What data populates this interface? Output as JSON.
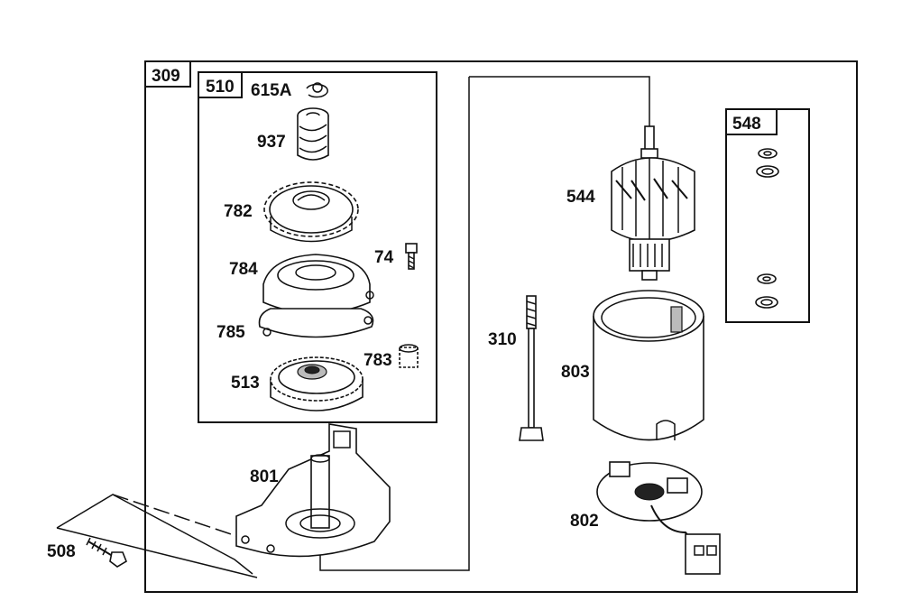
{
  "labels": {
    "outer_box": "309",
    "inner_box_510": "510",
    "box_548": "548",
    "p615A": "615A",
    "p937": "937",
    "p782": "782",
    "p74": "74",
    "p784": "784",
    "p785": "785",
    "p783": "783",
    "p513": "513",
    "p801": "801",
    "p508": "508",
    "p544": "544",
    "p310": "310",
    "p803": "803",
    "p802": "802"
  }
}
